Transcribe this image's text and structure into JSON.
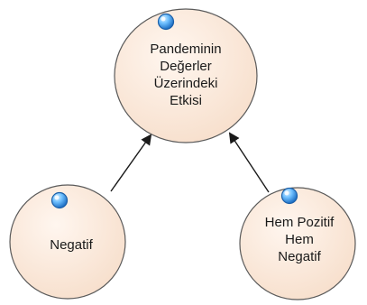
{
  "diagram": {
    "colors": {
      "node_fill": "#fbe9dc",
      "node_stroke": "#5a5a5a",
      "connector": "#1a1a1a",
      "badge_fill": "#4aa3ee",
      "badge_stroke": "#1b5fa8"
    },
    "nodes": {
      "center": {
        "lines": [
          "Pandeminin",
          "Değerler",
          "Üzerindeki",
          "Etkisi"
        ],
        "icon": "blue-circle-icon"
      },
      "negative": {
        "lines": [
          "Negatif"
        ],
        "icon": "blue-circle-icon"
      },
      "mixed": {
        "lines": [
          "Hem Pozitif",
          "Hem",
          "Negatif"
        ],
        "icon": "blue-circle-icon"
      }
    },
    "edges": [
      {
        "from": "Negatif",
        "to": "Pandeminin Değerler Üzerindeki Etkisi"
      },
      {
        "from": "Hem Pozitif Hem Negatif",
        "to": "Pandeminin Değerler Üzerindeki Etkisi"
      }
    ]
  }
}
